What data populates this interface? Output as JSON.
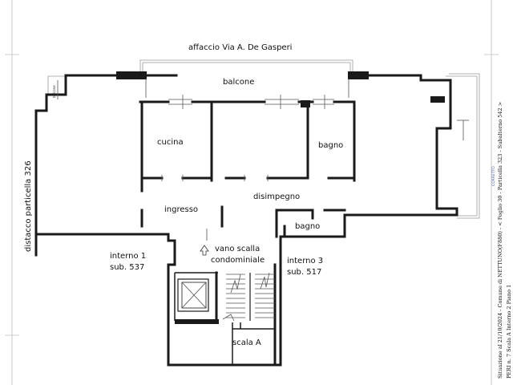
{
  "labels": {
    "street": "affaccio Via A. De Gasperi",
    "balcony": "balcone",
    "kitchen": "cucina",
    "bathroom_top": "bagno",
    "hallway": "disimpegno",
    "entrance": "ingresso",
    "bathroom_small": "bagno",
    "stairwell_line1": "vano scalla",
    "stairwell_line2": "condominiale",
    "left_unit_line1": "interno 1",
    "left_unit_line2": "sub. 537",
    "right_unit_line1": "interno 3",
    "right_unit_line2": "sub. 517",
    "stair_name": "scala A",
    "side_distance": "distacco particella 326",
    "window_tag": "balcone"
  },
  "sidebar": {
    "line1": "Situazione al 21/10/2024 - Comune di NETTUNO(F880) - <  Foglio 30 - Particella 323 - Subalterno 542 >",
    "line2": "PERI n. 7  Scala A Interno 2 Piano 1",
    "stamp": "CORRETTO"
  }
}
